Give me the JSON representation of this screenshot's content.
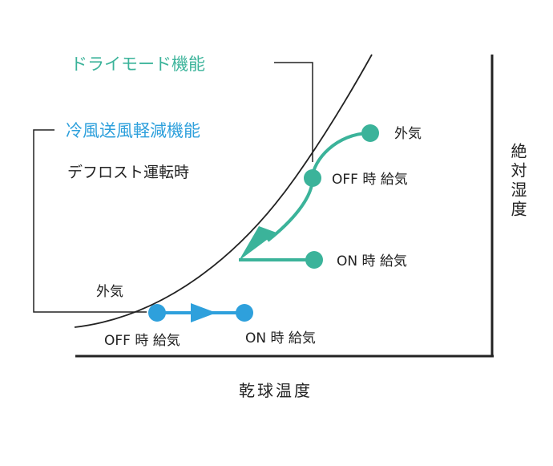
{
  "labels": {
    "dry_mode": "ドライモード機能",
    "cold_air": "冷風送風軽減機能",
    "defrost": "デフロスト運転時",
    "y_axis": "絶対湿度",
    "x_axis": "乾球温度"
  },
  "dry_mode_path": {
    "outside": "外気",
    "off_supply": "OFF 時 給気",
    "on_supply": "ON 時 給気"
  },
  "cold_air_path": {
    "outside": "外気",
    "off_supply": "OFF 時 給気",
    "on_supply": "ON 時 給気"
  },
  "colors": {
    "green": "#3bb39a",
    "blue": "#2ea0dc",
    "axis": "#222222"
  }
}
